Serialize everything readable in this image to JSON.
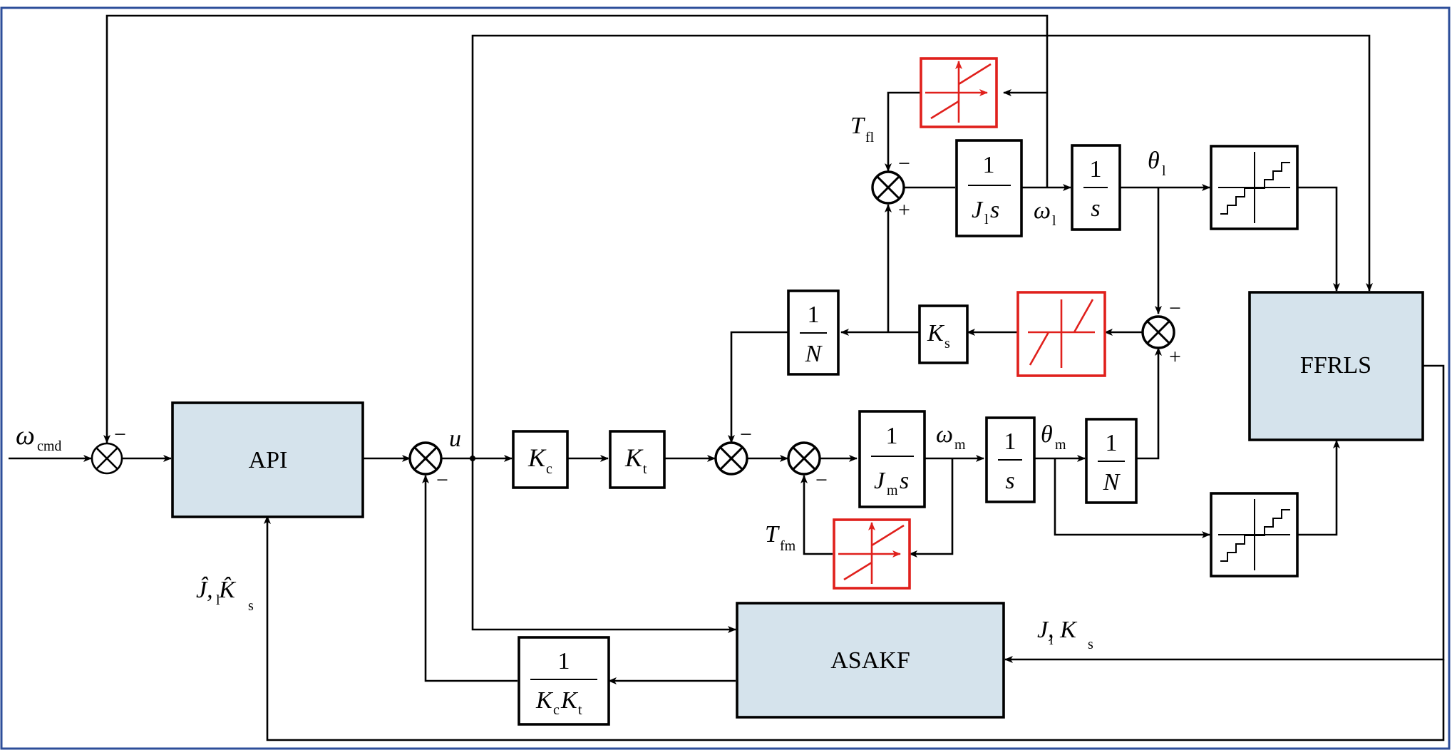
{
  "labels": {
    "omega_cmd": [
      "ω",
      "cmd"
    ],
    "u": "u",
    "T_fl": [
      "T",
      "fl"
    ],
    "T_fm": [
      "T",
      "fm"
    ],
    "omega_l": [
      "ω",
      "l"
    ],
    "omega_m": [
      "ω",
      "m"
    ],
    "theta_l": [
      "θ",
      "l"
    ],
    "theta_m": [
      "θ",
      "m"
    ],
    "estimates": "Ĵ, K̂",
    "params": "J, K"
  },
  "blocks": {
    "api": "API",
    "ffrls": "FFRLS",
    "asakf": "ASAKF",
    "Kc": [
      "K",
      "c"
    ],
    "Kt": [
      "K",
      "t"
    ],
    "Ks": [
      "K",
      "s"
    ],
    "one": "1",
    "N": "N",
    "s": "s"
  },
  "signs": {
    "minus": "−",
    "plus": "+"
  },
  "colors": {
    "frame": "#2d4e9a",
    "highlight": "#e0201c",
    "block_fill": "#d5e3ec"
  }
}
